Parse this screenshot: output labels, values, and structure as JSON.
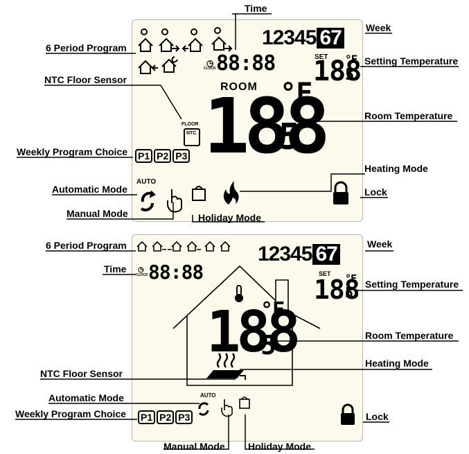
{
  "top": {
    "labels": {
      "time": "Time",
      "week": "Week",
      "six_period": "6 Period Program",
      "setting_temp": "Setting Temperature",
      "ntc": "NTC Floor Sensor",
      "room_temp": "Room Temperature",
      "weekly_choice": "Weekly Program Choice",
      "heating_mode": "Heating Mode",
      "auto_mode": "Automatic Mode",
      "lock": "Lock",
      "manual_mode": "Manual Mode",
      "holiday_mode": "Holiday Mode"
    },
    "clock_digits": "88:88",
    "clock_caption": "CLOCK",
    "week_days": "12345",
    "week_selected": "67",
    "set_caption": "SET",
    "set_temp_digits": "188",
    "set_temp_decimal": "5",
    "set_unit": "°F",
    "room_caption": "ROOM",
    "room_digits": "188",
    "room_decimal": "5",
    "room_unit": "°F",
    "floor_caption": "FLOOR",
    "ntc_caption": "NTC",
    "programs": [
      "P1",
      "P2",
      "P3"
    ],
    "auto_caption": "AUTO"
  },
  "bottom": {
    "labels": {
      "six_period": "6 Period Program",
      "week": "Week",
      "time": "Time",
      "setting_temp": "Setting Temperature",
      "room_temp": "Room Temperature",
      "heating_mode": "Heating Mode",
      "ntc": "NTC Floor Sensor",
      "auto_mode": "Automatic Mode",
      "weekly_choice": "Weekly Program Choice",
      "lock": "Lock",
      "manual_mode": "Manual Mode",
      "holiday_mode": "Holiday Mode"
    },
    "clock_digits": "88:88",
    "clock_caption": "CLOCK",
    "week_days": "12345",
    "week_selected": "67",
    "set_caption": "SET",
    "set_temp_digits": "188",
    "set_temp_decimal": "5",
    "set_unit": "°F",
    "room_digits": "188",
    "room_decimal": "5",
    "room_unit": "°F",
    "programs": [
      "P1",
      "P2",
      "P3"
    ],
    "auto_caption": "AUTO"
  },
  "colors": {
    "lcd_background": "#fbfaec",
    "ink": "#000000"
  }
}
